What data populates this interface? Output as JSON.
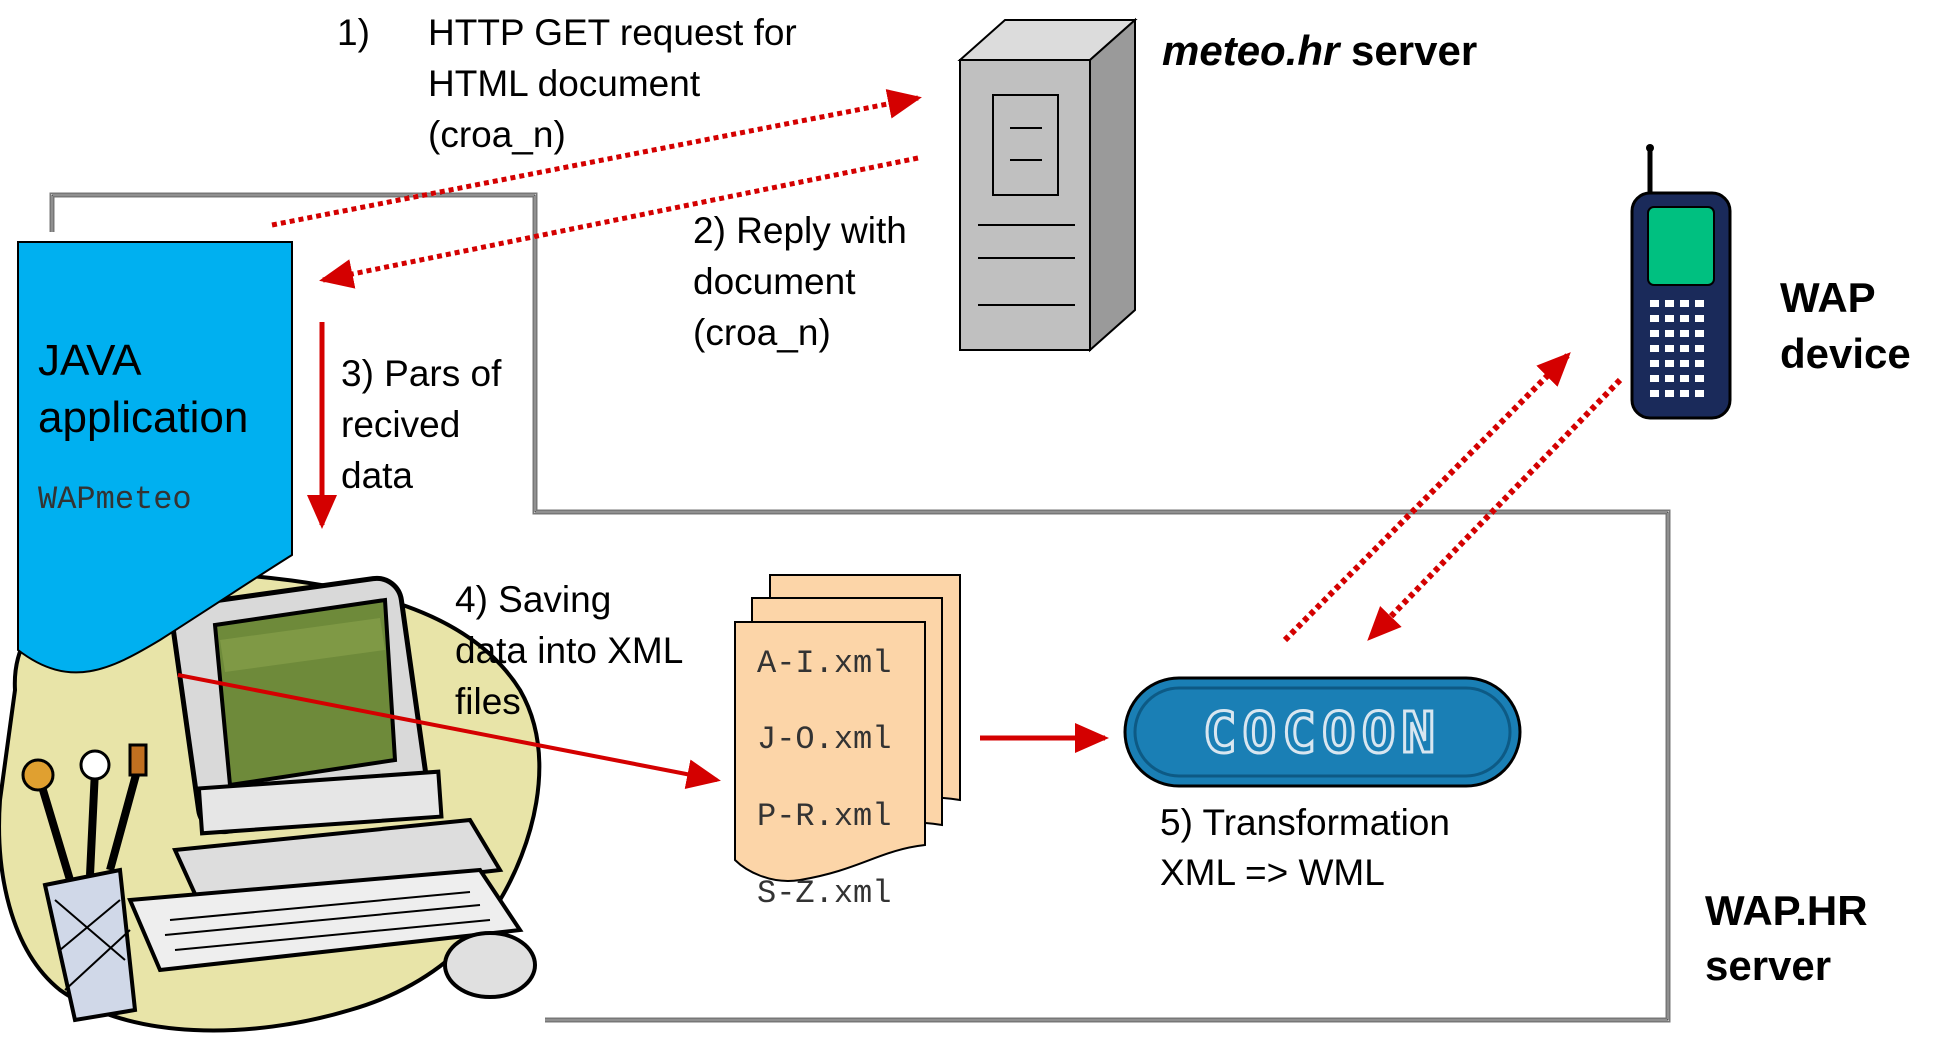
{
  "servers": {
    "meteo": {
      "name_italic": "meteo.hr",
      "name_suffix": " server"
    },
    "wap_hr": {
      "line1": "WAP.HR",
      "line2": "server"
    }
  },
  "device": {
    "line1": "WAP",
    "line2": "device"
  },
  "java_app": {
    "line1": "JAVA",
    "line2": "application",
    "name": "WAPmeteo"
  },
  "steps": {
    "step1": {
      "number": "1)",
      "line1": "HTTP GET request for",
      "line2": "HTML document",
      "line3": "(croa_n)"
    },
    "step2": {
      "line1": "2) Reply with",
      "line2": "document",
      "line3": "(croa_n)"
    },
    "step3": {
      "line1": "3) Pars of",
      "line2": "recived",
      "line3": "data"
    },
    "step4": {
      "line1": "4) Saving",
      "line2": "data into XML",
      "line3": "files"
    },
    "step5": {
      "line1": "5) Transformation",
      "line2": "XML => WML"
    }
  },
  "xml_files": [
    "A-I.xml",
    "J-O.xml",
    "P-R.xml",
    "S-Z.xml"
  ],
  "cocoon": {
    "label": "COCOON"
  },
  "colors": {
    "arrow": "#d40000",
    "java_fill": "#00b0f0",
    "file_fill": "#fcd5a8",
    "cocoon_fill": "#1a7fb5",
    "server_fill": "#c0c0c0",
    "phone_screen": "#00c080",
    "blob_fill": "#e8e4a8"
  }
}
